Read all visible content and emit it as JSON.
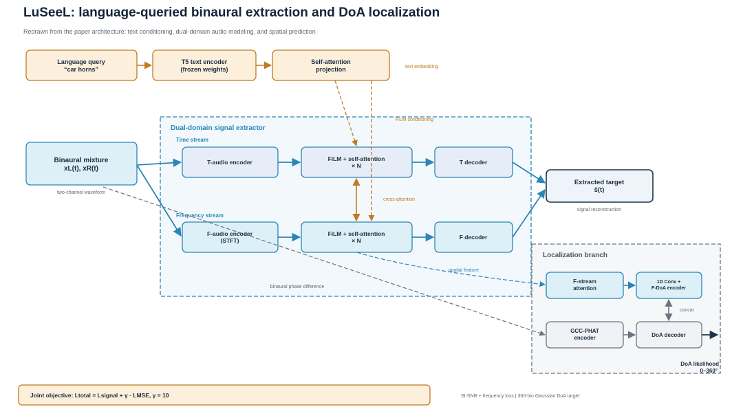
{
  "header": {
    "title": "LuSeeL: language-queried binaural extraction and DoA localization",
    "subtitle": "Redrawn from the paper architecture: text conditioning, dual-domain audio modeling, and spatial prediction"
  },
  "colors": {
    "text_accent": "#c07b22",
    "audio_accent": "#2a86b5",
    "gray_accent": "#6c7480",
    "dark_node": "#1f3348"
  },
  "text_branch": {
    "query": {
      "line1": "Language query",
      "line2": "“car horns”"
    },
    "t5": {
      "line1": "T5 text encoder",
      "line2": "(frozen weights)"
    },
    "selfattn": {
      "line1": "Self-attention",
      "line2": "projection"
    },
    "embedding_note": "text embedding"
  },
  "input": {
    "line1": "Binaural mixture",
    "line2": "xL(t), xR(t)",
    "caption": "two-channel waveform"
  },
  "extractor": {
    "title": "Dual-domain signal extractor",
    "film_note": "FiLM conditioning",
    "time_stream_label": "Time stream",
    "freq_stream_label": "Frequency stream",
    "t_encoder": "T-audio encoder",
    "t_film": {
      "line1": "FiLM + self-attention",
      "line2": "× N"
    },
    "t_decoder": "T decoder",
    "f_encoder": {
      "line1": "F-audio encoder",
      "line2": "(STFT)"
    },
    "f_film": {
      "line1": "FiLM + self-attention",
      "line2": "× N"
    },
    "f_decoder": "F decoder",
    "cross_attention": "cross-attention",
    "phase_note": "binaural phase difference"
  },
  "output": {
    "line1": "Extracted target",
    "line2": "ŝ(t)",
    "caption": "signal reconstruction"
  },
  "localization": {
    "title": "Localization branch",
    "spatial_feature": "spatial feature",
    "f_stream_attention": {
      "line1": "F-stream",
      "line2": "attention"
    },
    "conv": {
      "line1": "1D Conv +",
      "line2": "F-DoA encoder"
    },
    "concat": "concat",
    "gcc_phat": {
      "line1": "GCC-PHAT",
      "line2": "encoder"
    },
    "doa_decoder": "DoA decoder",
    "likelihood": {
      "line1": "DoA likelihood",
      "line2": "0–360°"
    }
  },
  "footer": {
    "objective": "Joint objective:  Ltotal = Lsignal + γ · LMSE,   γ = 10",
    "note": "SI-SNR + frequency loss  |  360-bin Gaussian DoA target"
  }
}
